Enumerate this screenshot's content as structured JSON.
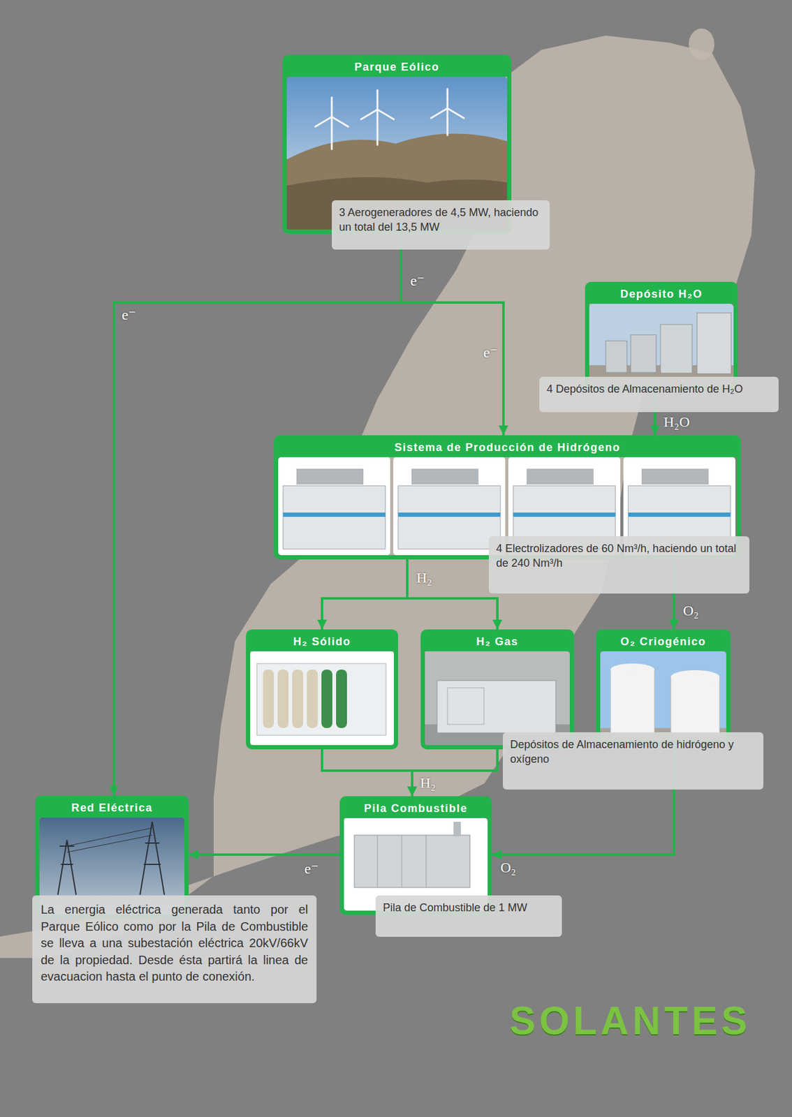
{
  "diagram": {
    "nodes": [
      {
        "text": [
          "Parque Eólico",
          "3 Aerogeneradores de 4,5 MW, haciendo un total del 13,5 MW"
        ]
      },
      {
        "text": [
          "Depósito H₂O",
          "4 Depósitos de Almacenamiento de H₂O"
        ]
      },
      {
        "text": [
          "Sistema de Producción de Hidrógeno",
          "4 Electrolizadores de 60 Nm³/h, haciendo un total de 240 Nm³/h"
        ]
      },
      {
        "text": [
          "H₂ Sólido"
        ]
      },
      {
        "text": [
          "H₂ Gas"
        ]
      },
      {
        "text": [
          "O₂ Criogénico"
        ]
      },
      {
        "text": [
          "Red Eléctrica",
          "La energia eléctrica generada tanto por el Parque Eólico como por la Pila de Combustible se lleva a una subestación eléctrica 20kV/66kV de la propiedad. Desde ésta partirá la linea de evacuacion hasta el punto de conexión."
        ]
      },
      {
        "text": [
          "Pila Combustible",
          "Pila de Combustible de 1 MW"
        ]
      }
    ],
    "edges": [
      {
        "from": 0,
        "to": 6,
        "label": "e⁻",
        "arrow": "to"
      },
      {
        "from": 0,
        "to": 2,
        "label": "e⁻",
        "arrow": "to"
      },
      {
        "from": 1,
        "to": 2,
        "label": "H₂O",
        "arrow": "to"
      },
      {
        "from": 2,
        "to": 3,
        "label": "H₂",
        "arrow": "to"
      },
      {
        "from": 2,
        "to": 4,
        "arrow": "to"
      },
      {
        "from": 2,
        "to": 5,
        "label": "O₂",
        "arrow": "to"
      },
      {
        "from": 3,
        "to": 7,
        "label": "H₂",
        "arrow": "to"
      },
      {
        "from": 4,
        "to": 7,
        "arrow": "to"
      },
      {
        "from": 5,
        "to": 7,
        "label": "O₂",
        "arrow": "to"
      },
      {
        "from": 7,
        "to": 6,
        "label": "e⁻",
        "arrow": "to"
      }
    ],
    "labels": [
      "e⁻",
      "Depósitos de Almacenamiento de hidrógeno y oxígeno",
      "SOLANTES"
    ]
  }
}
